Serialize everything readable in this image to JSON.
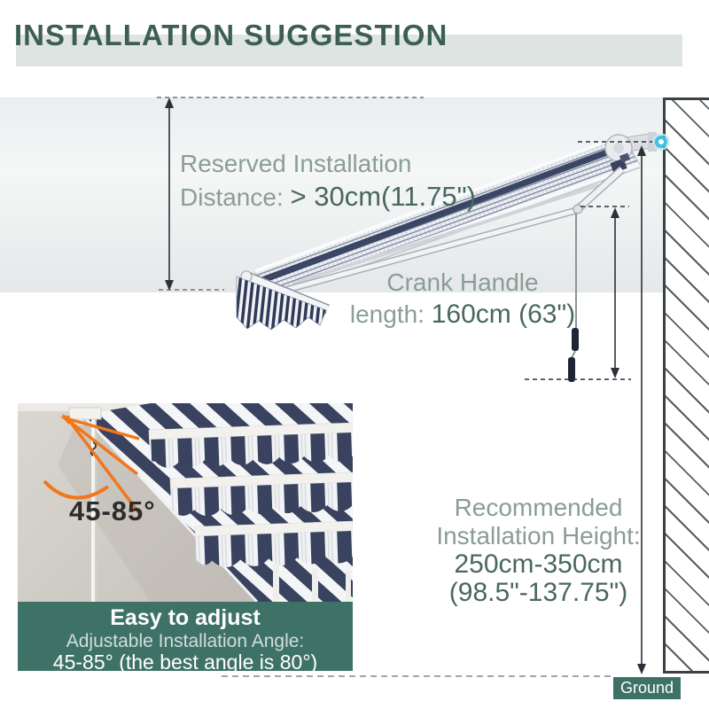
{
  "title": {
    "text": "INSTALLATION SUGGESTION"
  },
  "colors": {
    "title_green": "#3d5e53",
    "accent_teal": "#3f7267",
    "label_light": "#8a9d98",
    "label_dark": "#49685f",
    "orange": "#f2761b",
    "navy": "#323c5e",
    "marker_blue": "#41c0e0",
    "title_bar_bg": "#dde4e1"
  },
  "annotations": {
    "reserved": {
      "line1": "Reserved Installation",
      "line2_prefix": "Distance: ",
      "line2_value": "> 30cm(11.75\")"
    },
    "crank": {
      "line1": "Crank Handle",
      "line2_prefix": "length: ",
      "line2_value": "160cm (63\")"
    },
    "height": {
      "line1": "Recommended",
      "line2": "Installation Height:",
      "line3": "250cm-350cm",
      "line4": "(98.5\"-137.75\")"
    },
    "ground_label": "Ground"
  },
  "inset": {
    "angle_text": "45-85°",
    "caption": {
      "title": "Easy to adjust",
      "line1": "Adjustable Installation Angle:",
      "line2": "45-85° (the best angle is 80°)"
    }
  }
}
